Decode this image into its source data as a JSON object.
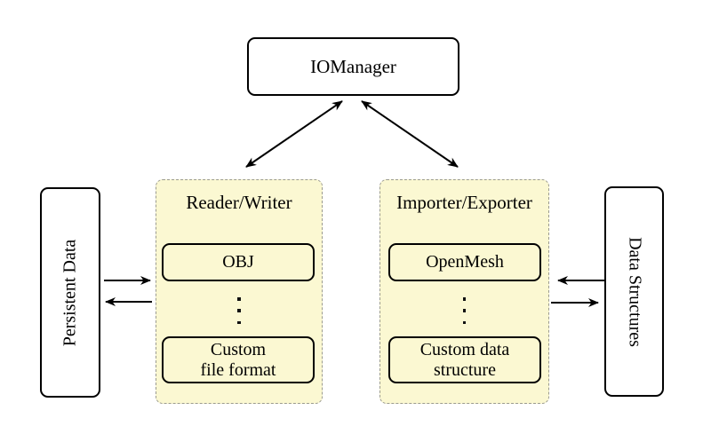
{
  "diagram": {
    "io_manager": {
      "label": "IOManager"
    },
    "reader_writer_panel": {
      "title": "Reader/Writer",
      "items": [
        {
          "label": "OBJ"
        },
        {
          "label": "Custom\nfile format"
        }
      ]
    },
    "importer_exporter_panel": {
      "title": "Importer/Exporter",
      "items": [
        {
          "label": "OpenMesh"
        },
        {
          "label": "Custom data\nstructure"
        }
      ]
    },
    "persistent_data_box": {
      "label": "Persistent Data"
    },
    "data_structures_box": {
      "label": "Data Structures"
    },
    "icons": {
      "vdots": "⋮",
      "arrow": "stealth-arrowhead"
    },
    "colors": {
      "background": "#FFFFFF",
      "panel_fill": "#FBF8D2",
      "panel_dashed_border": "#9B9B8F",
      "box_border": "#000000",
      "arrow": "#000000",
      "text": "#000000"
    }
  }
}
